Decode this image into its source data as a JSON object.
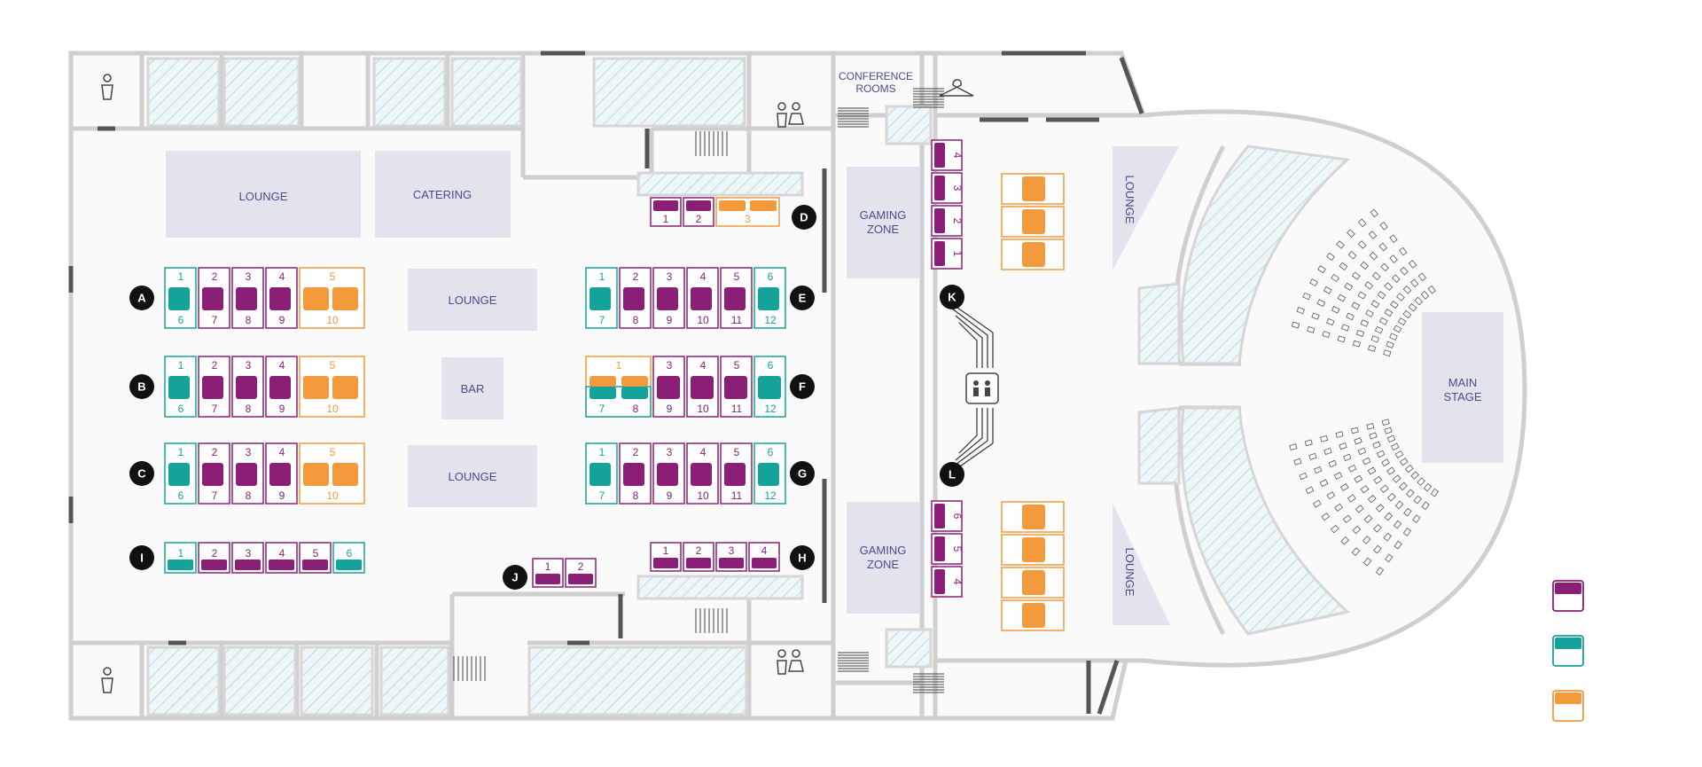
{
  "colors": {
    "purple": "#8b1f78",
    "teal": "#14a39a",
    "orange": "#f39a3d",
    "room_fill": "#e3e3ee",
    "room_text": "#4a4a8c",
    "wall": "#cfcfcf",
    "hatch": "#b9d9e2",
    "floor": "#fafafa",
    "marker": "#111111"
  },
  "rooms": {
    "lounge_top_left": "LOUNGE",
    "catering": "CATERING",
    "lounge_center_top": "LOUNGE",
    "bar": "BAR",
    "lounge_center_bottom": "LOUNGE",
    "gaming_zone_top": [
      "GAMING",
      "ZONE"
    ],
    "gaming_zone_bottom": [
      "GAMING",
      "ZONE"
    ],
    "conference": [
      "CONFERENCE",
      "ROOMS"
    ],
    "lounge_right_top": "LOUNGE",
    "lounge_right_bottom": "LOUNGE",
    "main_stage": [
      "MAIN",
      "STAGE"
    ]
  },
  "rows": {
    "A": {
      "marker": "A",
      "top": [
        "1",
        "2",
        "3",
        "4",
        "5"
      ],
      "bottom": [
        "6",
        "7",
        "8",
        "9",
        "10"
      ],
      "types": [
        "teal",
        "purple",
        "purple",
        "purple",
        "orange"
      ]
    },
    "B": {
      "marker": "B",
      "top": [
        "1",
        "2",
        "3",
        "4",
        "5"
      ],
      "bottom": [
        "6",
        "7",
        "8",
        "9",
        "10"
      ],
      "types": [
        "teal",
        "purple",
        "purple",
        "purple",
        "orange"
      ]
    },
    "C": {
      "marker": "C",
      "top": [
        "1",
        "2",
        "3",
        "4",
        "5"
      ],
      "bottom": [
        "6",
        "7",
        "8",
        "9",
        "10"
      ],
      "types": [
        "teal",
        "purple",
        "purple",
        "purple",
        "orange"
      ]
    },
    "E": {
      "marker": "E",
      "top": [
        "1",
        "2",
        "3",
        "4",
        "5",
        "6"
      ],
      "bottom": [
        "7",
        "8",
        "9",
        "10",
        "11",
        "12"
      ],
      "types": [
        "teal",
        "purple",
        "purple",
        "purple",
        "purple",
        "teal"
      ]
    },
    "F": {
      "marker": "F",
      "top": [
        "1",
        "3",
        "4",
        "5",
        "6"
      ],
      "bottom": [
        "7",
        "8",
        "9",
        "10",
        "11",
        "12"
      ],
      "types": [
        "orange",
        "purple",
        "purple",
        "purple",
        "teal"
      ]
    },
    "G": {
      "marker": "G",
      "top": [
        "1",
        "2",
        "3",
        "4",
        "5",
        "6"
      ],
      "bottom": [
        "7",
        "8",
        "9",
        "10",
        "11",
        "12"
      ],
      "types": [
        "teal",
        "purple",
        "purple",
        "purple",
        "purple",
        "teal"
      ]
    },
    "I": {
      "marker": "I",
      "labels": [
        "1",
        "2",
        "3",
        "4",
        "5",
        "6"
      ],
      "types": [
        "teal",
        "purple",
        "purple",
        "purple",
        "purple",
        "teal"
      ]
    },
    "H": {
      "marker": "H",
      "labels": [
        "1",
        "2",
        "3",
        "4"
      ]
    },
    "D": {
      "marker": "D",
      "labels": [
        "1",
        "2",
        "3"
      ]
    },
    "J": {
      "marker": "J",
      "labels": [
        "1",
        "2"
      ]
    },
    "K": {
      "marker": "K",
      "labels": [
        "4",
        "3",
        "2",
        "1"
      ]
    },
    "L": {
      "marker": "L",
      "labels": [
        "6",
        "5",
        "4"
      ]
    }
  },
  "legend": [
    "purple",
    "teal",
    "orange"
  ],
  "icons": [
    "male-restroom-icon",
    "restroom-icon",
    "stairs-icon",
    "elevator-icon",
    "coat-hanger-icon"
  ]
}
